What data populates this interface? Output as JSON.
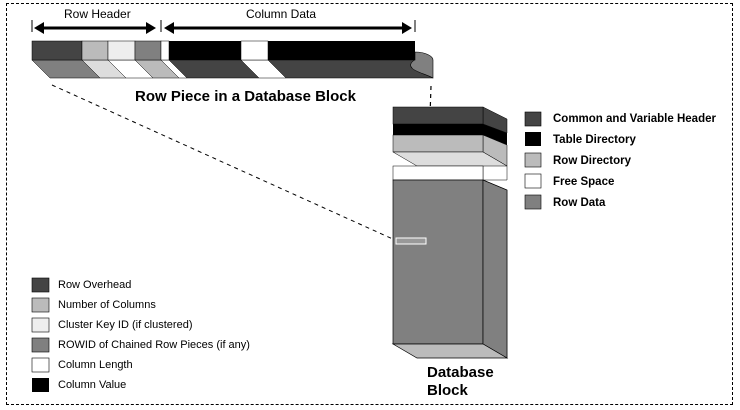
{
  "row_piece": {
    "row_header_label": "Row Header",
    "column_data_label": "Column Data",
    "title": "Row Piece in a Database Block"
  },
  "database_block": {
    "label_line1": "Database",
    "label_line2": "Block"
  },
  "block_legend": [
    {
      "label": "Common and Variable Header",
      "color": "#444444"
    },
    {
      "label": "Table Directory",
      "color": "#000000"
    },
    {
      "label": "Row Directory",
      "color": "#bbbbbb"
    },
    {
      "label": "Free Space",
      "color": "#ffffff"
    },
    {
      "label": "Row Data",
      "color": "#808080"
    }
  ],
  "row_legend": [
    {
      "label": "Row Overhead",
      "color": "#444444"
    },
    {
      "label": "Number of Columns",
      "color": "#bbbbbb"
    },
    {
      "label": "Cluster Key ID (if clustered)",
      "color": "#eeeeee"
    },
    {
      "label": "ROWID of Chained Row Pieces (if any)",
      "color": "#808080"
    },
    {
      "label": "Column Length",
      "color": "#ffffff"
    },
    {
      "label": "Column Value",
      "color": "#000000"
    }
  ]
}
